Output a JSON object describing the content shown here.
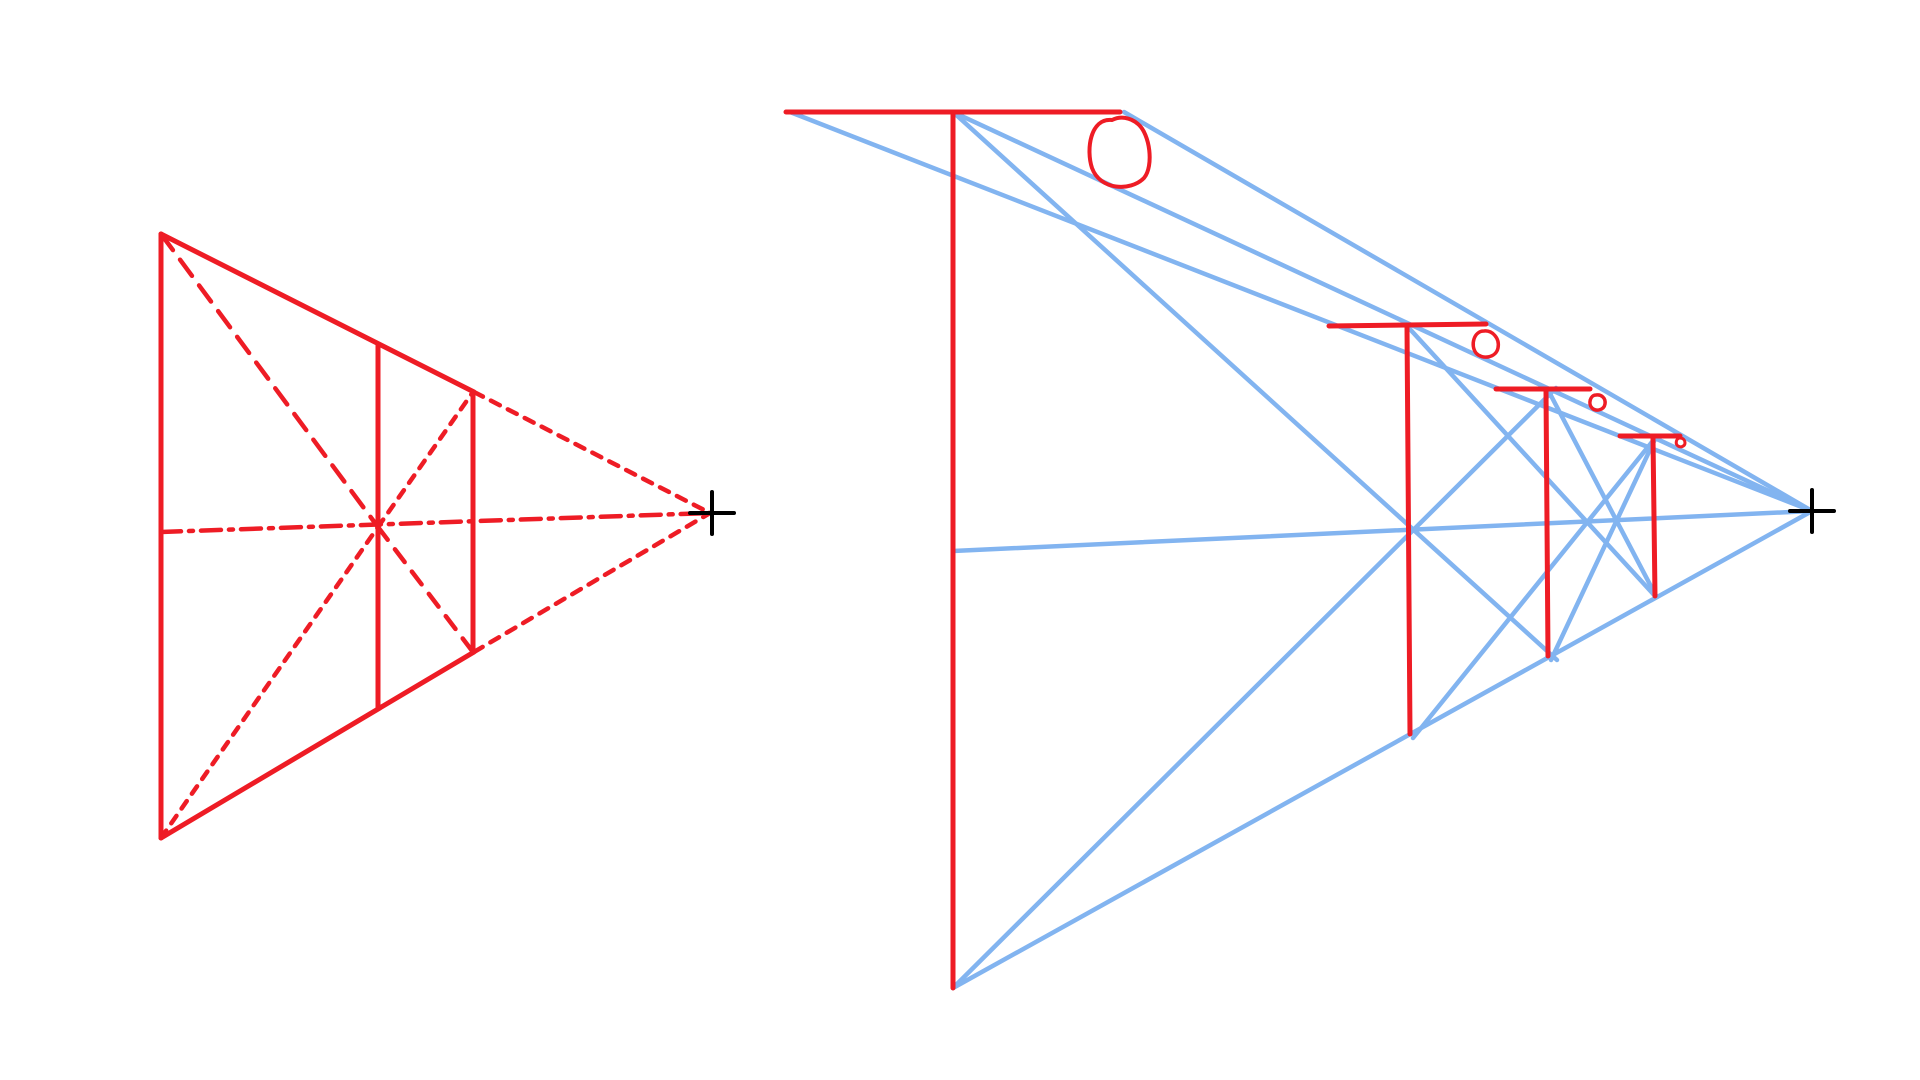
{
  "colors": {
    "background": "#ffffff",
    "construction_red": "#ee1c25",
    "guide_blue": "#82b4f0",
    "vanishing_point": "#000000"
  },
  "figures": [
    {
      "name": "dividing-a-rectangle-in-perspective",
      "elements": [
        "near-vertical-edge",
        "top-converging-edge",
        "bottom-converging-edge",
        "diagonals",
        "center-line",
        "midpoint-vertical",
        "far-vertical",
        "vanishing-point-marker"
      ]
    },
    {
      "name": "repeating-poles-in-perspective",
      "elements": [
        "near-pole",
        "near-pole-crossbar",
        "near-pole-circle",
        "guide-lines",
        "pole-2",
        "pole-3",
        "pole-4",
        "vanishing-point-marker"
      ]
    }
  ]
}
